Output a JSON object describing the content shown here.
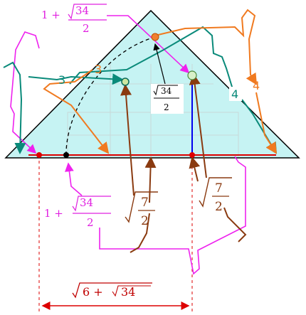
{
  "colors": {
    "triangle_fill": "#c6f3f3",
    "grid": "#c8d8d8",
    "base": "#dd0000",
    "vertical": "#0000ee",
    "magenta": "#ee22ee",
    "teal": "#0a8a7a",
    "orange": "#f07a20",
    "brown": "#8a3a10",
    "dashed": "#000000",
    "dimension": "#dd0000"
  },
  "labels": {
    "top_magenta": {
      "prefix": "1 +",
      "radicand": "34",
      "denominator": "2"
    },
    "bottom_magenta": {
      "prefix": "1 +",
      "radicand": "34",
      "denominator": "2"
    },
    "inner_black": {
      "radicand": "34",
      "denominator": "2"
    },
    "brown_left": {
      "radicand": "7",
      "denominator": "2"
    },
    "brown_right": {
      "radicand": "7",
      "denominator": "2"
    },
    "dimension": {
      "radicand_a": "6 +",
      "radicand_b": "34"
    },
    "teal_3": "3",
    "orange_3": "3",
    "teal_4": "4",
    "orange_4": "4"
  }
}
